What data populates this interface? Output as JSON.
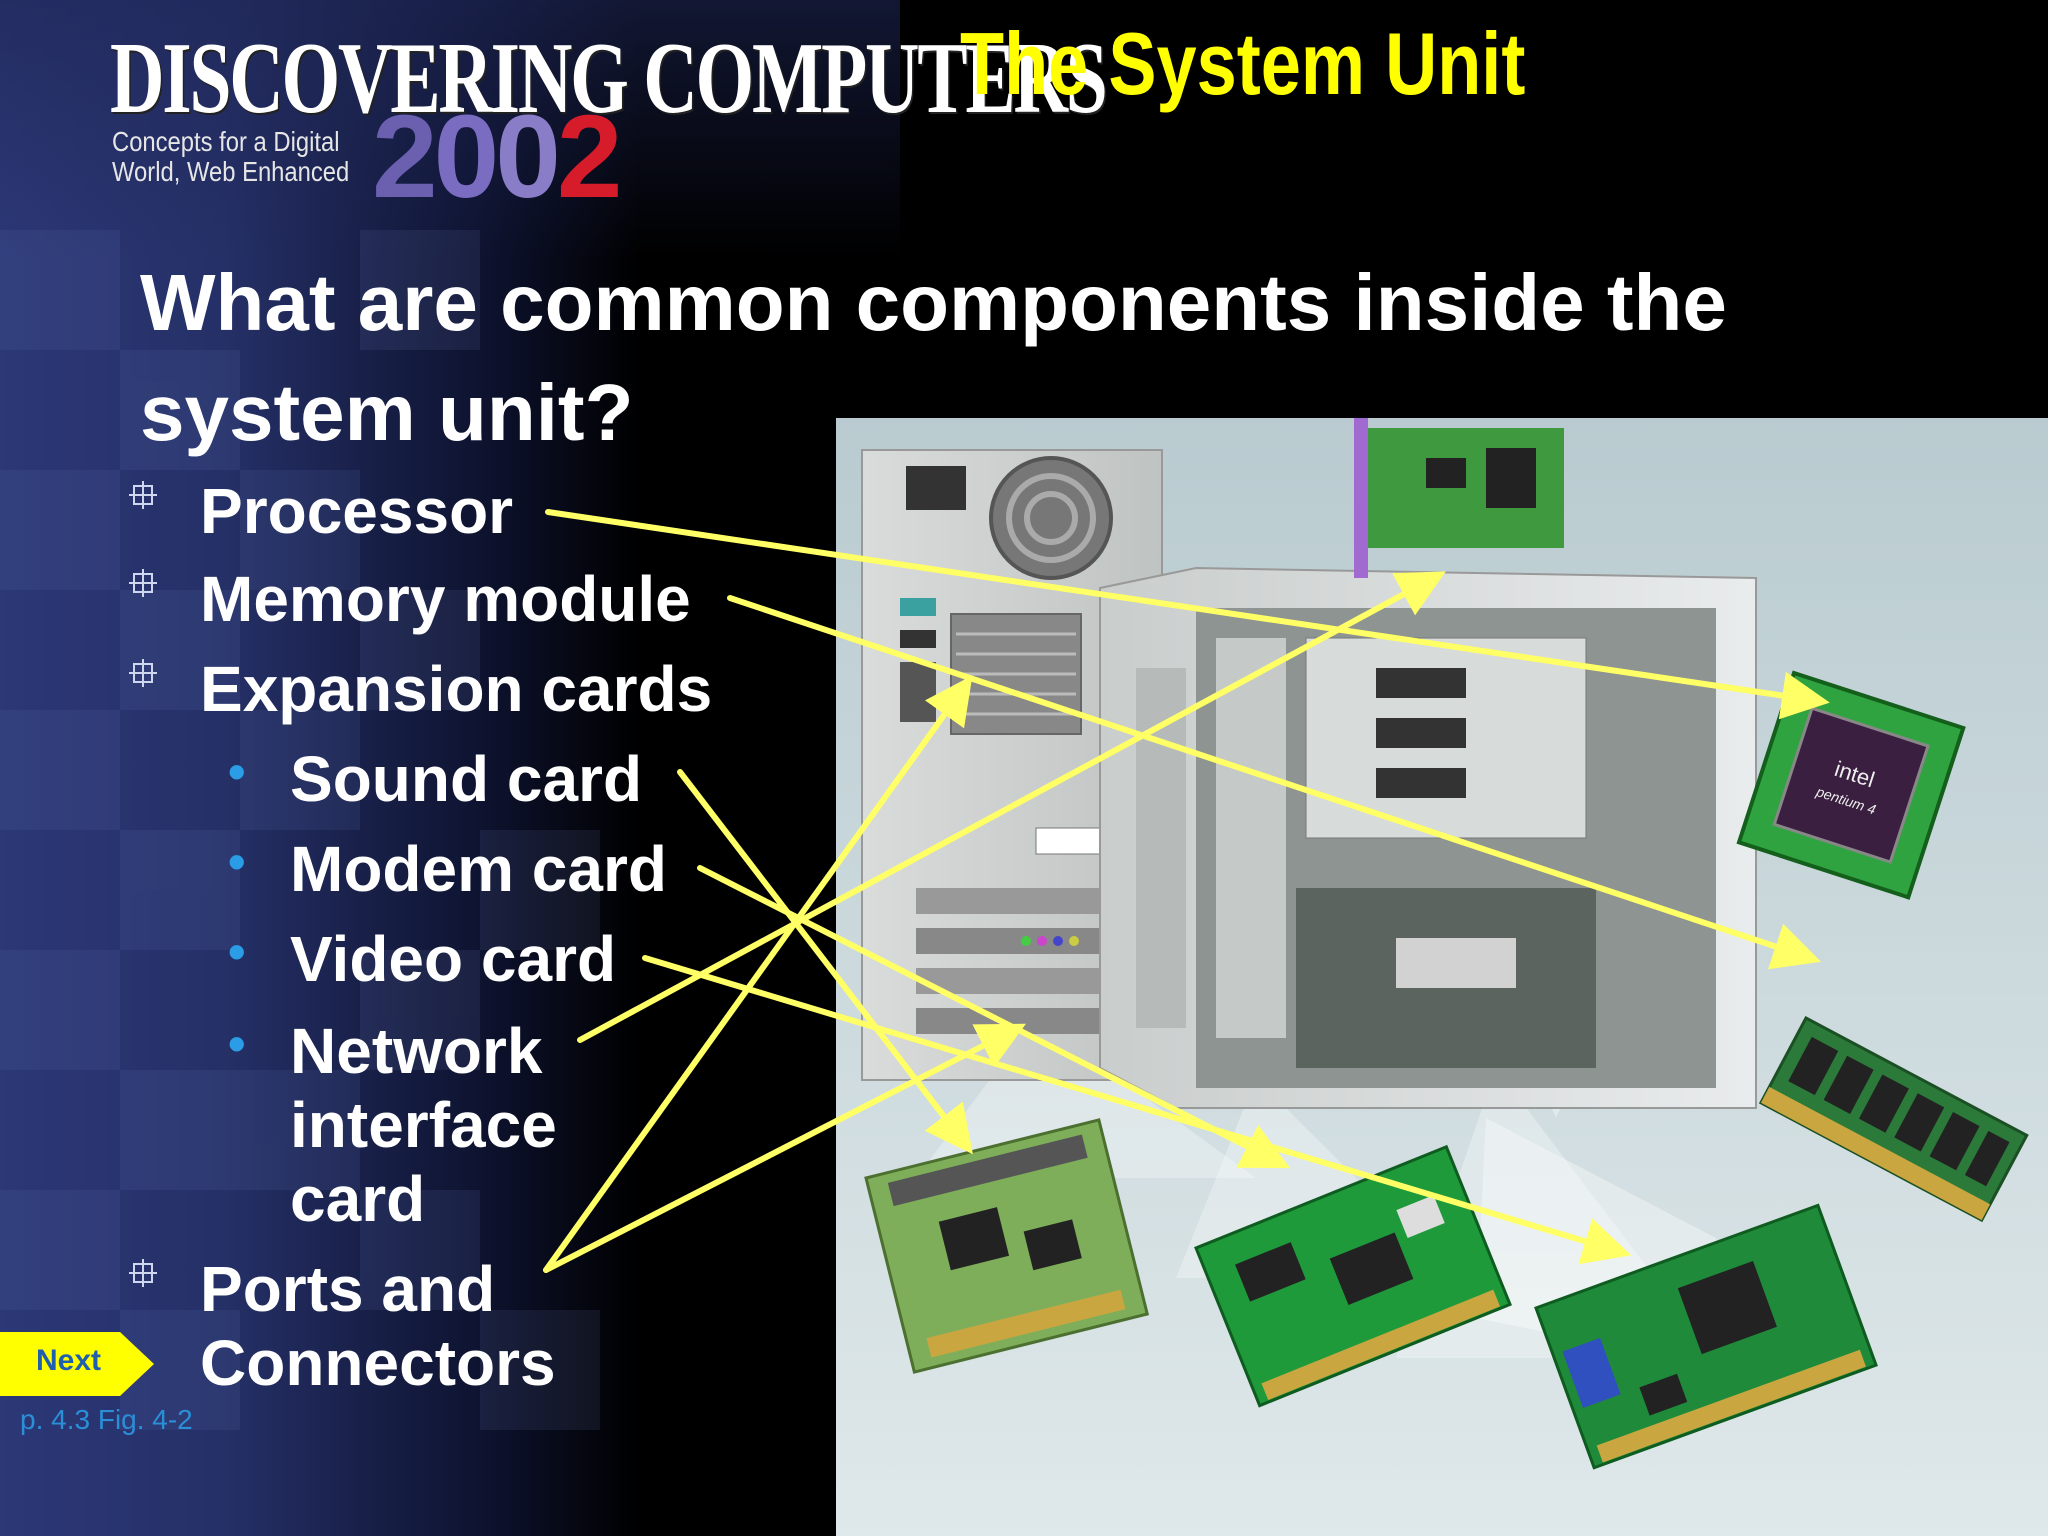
{
  "book": {
    "title": "DISCOVERING COMPUTERS",
    "subtitle_line1": "Concepts for a Digital",
    "subtitle_line2": "World, Web Enhanced",
    "year": "2002",
    "year_colors": [
      "#6b5fb0",
      "#7a6cc0",
      "#8a7dc8",
      "#d61b2a"
    ]
  },
  "chapter_title": "The System Unit",
  "question": "What are common components inside the system unit?",
  "bullets": [
    {
      "label": "Processor"
    },
    {
      "label": "Memory module"
    },
    {
      "label": "Expansion cards"
    },
    {
      "label": "Ports and"
    },
    {
      "label": "Connectors"
    }
  ],
  "sub_bullets": [
    {
      "label": "Sound card"
    },
    {
      "label": "Modem card"
    },
    {
      "label": "Video card"
    },
    {
      "label": "Network"
    },
    {
      "label": "interface"
    },
    {
      "label": "card"
    }
  ],
  "nav": {
    "next_label": "Next"
  },
  "page_ref": "p. 4.3 Fig. 4-2",
  "photo": {
    "chip_text_1": "intel",
    "chip_text_2": "pentium 4"
  },
  "colors": {
    "title_yellow": "#ffff00",
    "arrow_yellow": "#ffff66",
    "bullet_blue": "#2b9ce6",
    "next_fill": "#ffff00",
    "sidebar_blue": "#2d3a78"
  }
}
